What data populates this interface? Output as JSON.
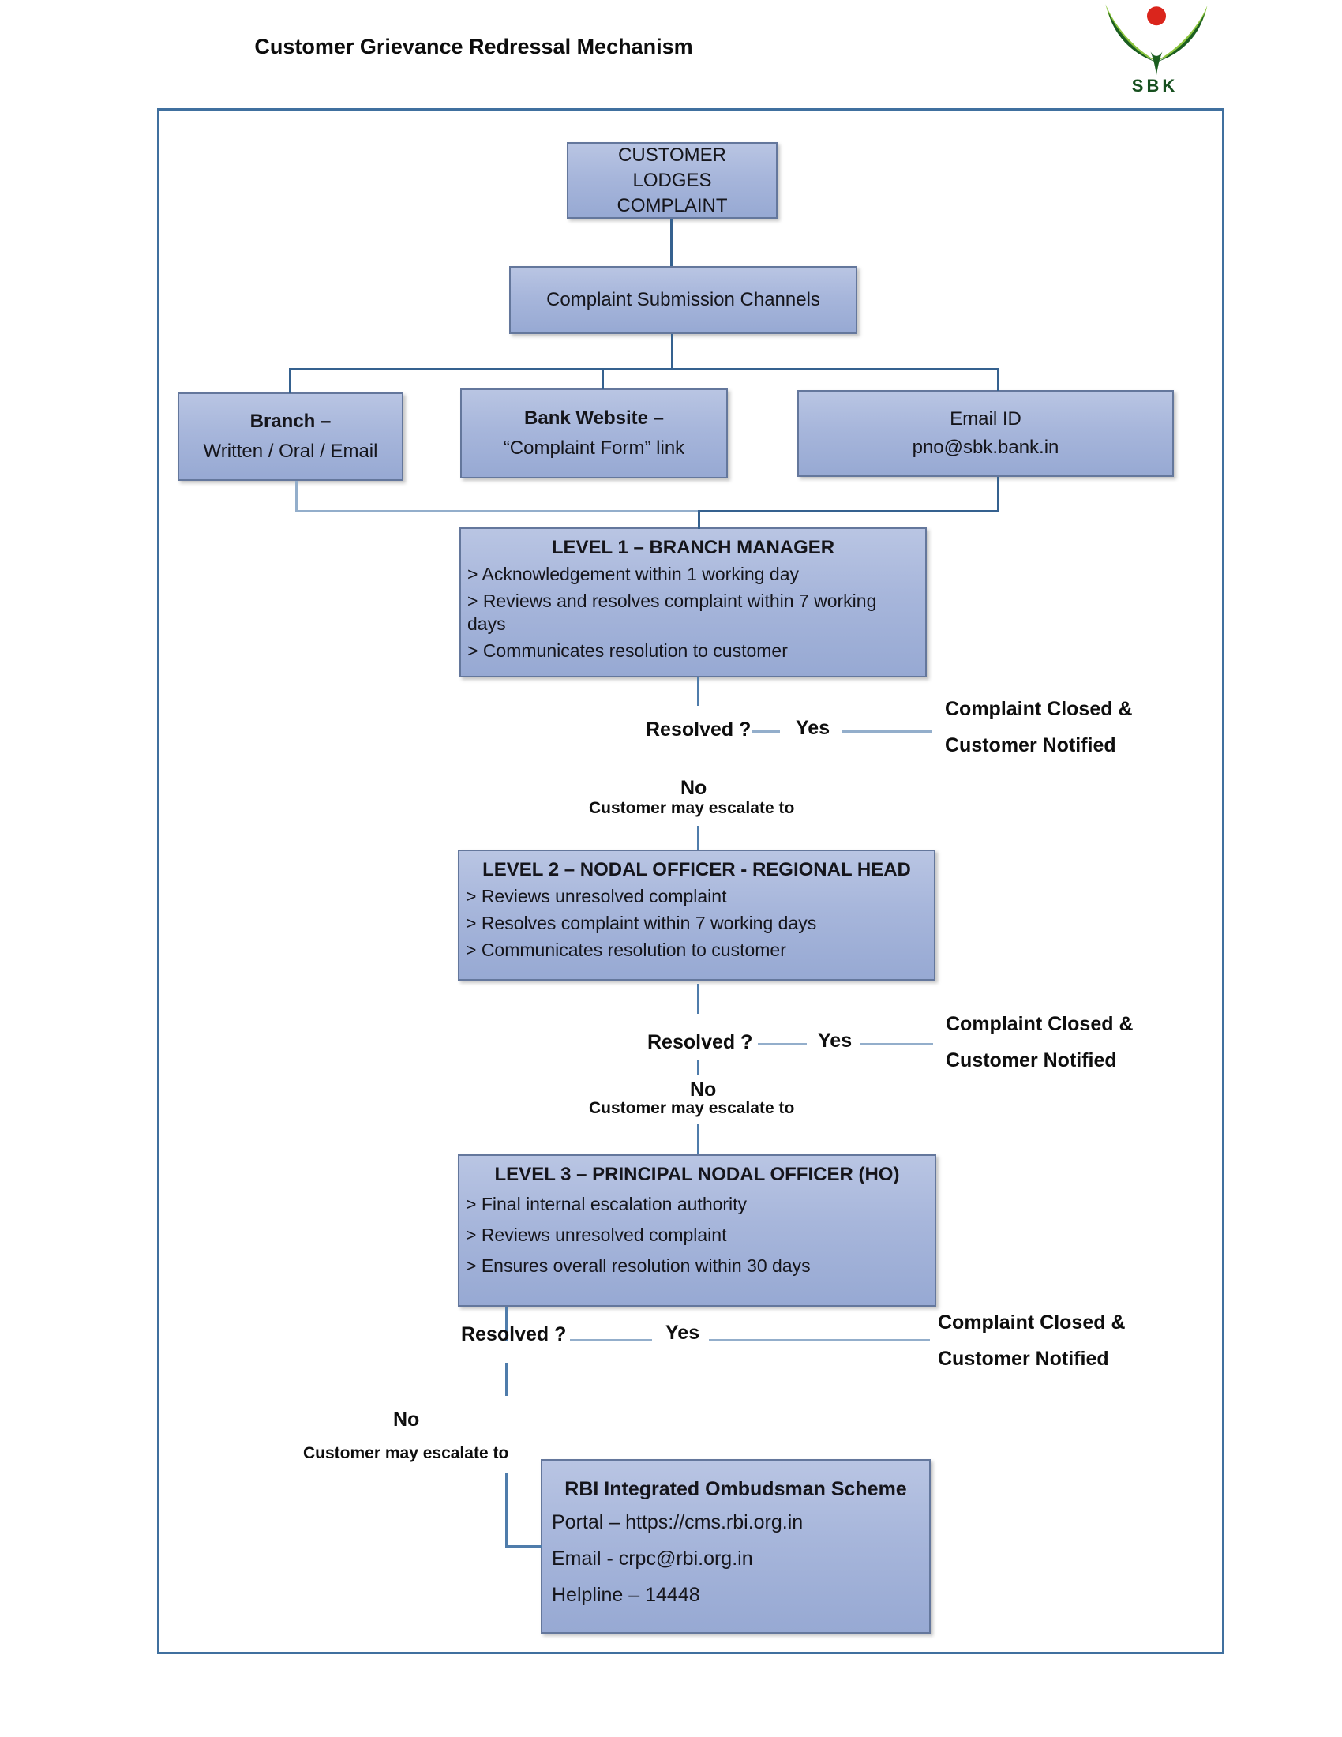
{
  "page": {
    "title": "Customer Grievance Redressal Mechanism"
  },
  "logo": {
    "text": "SBK"
  },
  "flow": {
    "start": {
      "text": "CUSTOMER LODGES COMPLAINT"
    },
    "channels_header": "Complaint Submission Channels",
    "channels": [
      {
        "title": "Branch –",
        "subtitle": "Written / Oral / Email"
      },
      {
        "title": "Bank Website –",
        "subtitle": "“Complaint Form” link"
      },
      {
        "title": "Email  ID",
        "subtitle": "pno@sbk.bank.in"
      }
    ],
    "levels": [
      {
        "title": "LEVEL 1 – BRANCH MANAGER",
        "bullets": [
          "> Acknowledgement within 1 working day",
          "> Reviews and resolves complaint within 7 working days",
          "> Communicates resolution to customer"
        ]
      },
      {
        "title": "LEVEL 2 – NODAL OFFICER - REGIONAL HEAD",
        "bullets": [
          "> Reviews unresolved complaint",
          "> Resolves complaint within 7 working days",
          "> Communicates resolution to customer"
        ]
      },
      {
        "title": "LEVEL 3 – PRINCIPAL NODAL OFFICER (HO)",
        "bullets": [
          "> Final internal escalation authority",
          "> Reviews unresolved complaint",
          "> Ensures overall resolution within 30 days"
        ]
      }
    ],
    "decision": {
      "question": "Resolved ?",
      "yes": "Yes",
      "no": "No",
      "escalate": "Customer may escalate to",
      "closed_line1": "Complaint Closed &",
      "closed_line2": "Customer Notified"
    },
    "ombudsman": {
      "title": "RBI Integrated Ombudsman Scheme",
      "lines": [
        "Portal – https://cms.rbi.org.in",
        "Email - crpc@rbi.org.in",
        "Helpline – 14448"
      ]
    }
  },
  "colors": {
    "box_fill_top": "#b9c5e3",
    "box_fill_bottom": "#97a9d3",
    "box_border": "#64779c",
    "connector": "#4f7cab",
    "frame_border": "#40709f",
    "logo_dark_green": "#1b5e20",
    "logo_light_green": "#8dc63f",
    "logo_red": "#da251c"
  }
}
